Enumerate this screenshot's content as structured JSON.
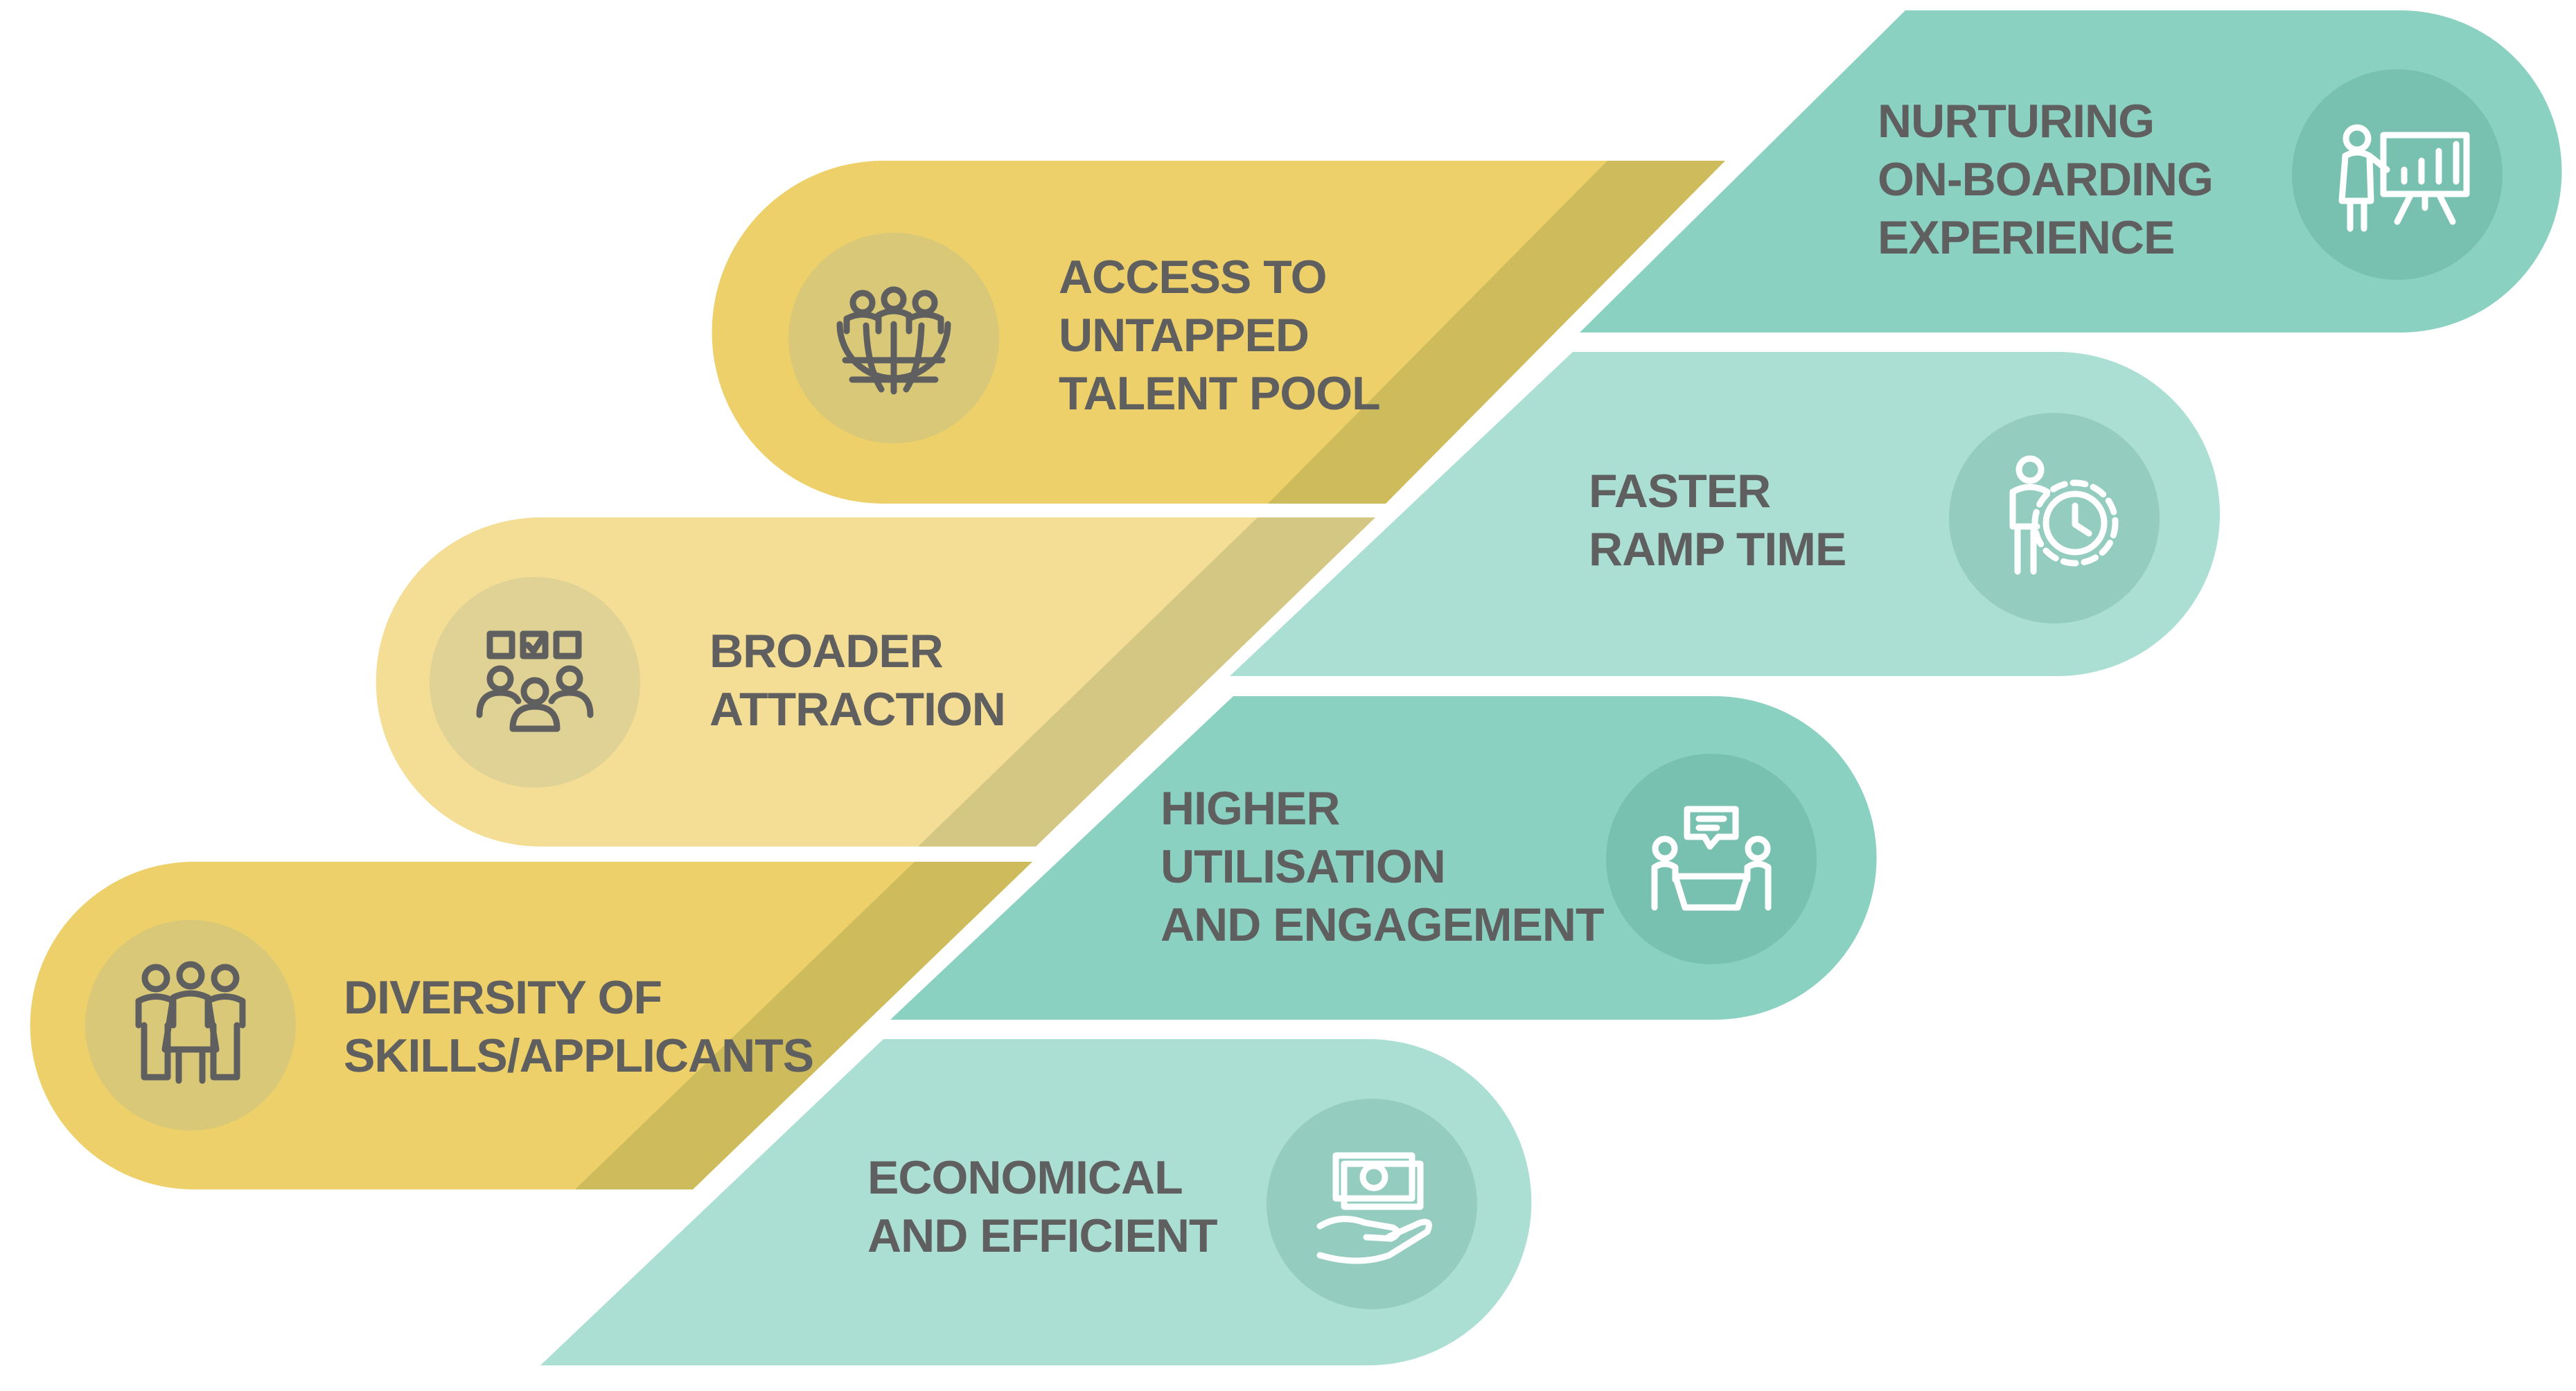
{
  "colors": {
    "gold": "#edd06a",
    "gold_light": "#f4de96",
    "gold_shadow": "#cdbb5c",
    "gold_shadow_light": "#d3c783",
    "teal": "#8bd1c2",
    "teal_light": "#acdfd3",
    "circle_gold": "#d8c878",
    "circle_gold_light": "#e0d294",
    "circle_teal": "#78c0b0",
    "circle_teal_light": "#94cdc0",
    "icon_dark": "#5f5f5f",
    "icon_white": "#ffffff",
    "text": "#5f5f5f"
  },
  "left_items": [
    {
      "lines": [
        "ACCESS TO",
        "UNTAPPED",
        "TALENT POOL"
      ],
      "icon": "globe-people-icon"
    },
    {
      "lines": [
        "BROADER",
        "ATTRACTION"
      ],
      "icon": "group-checkbox-icon"
    },
    {
      "lines": [
        "DIVERSITY OF",
        "SKILLS/APPLICANTS"
      ],
      "icon": "diverse-people-icon"
    }
  ],
  "right_items": [
    {
      "lines": [
        "NURTURING",
        "ON-BOARDING",
        "EXPERIENCE"
      ],
      "icon": "presentation-board-icon"
    },
    {
      "lines": [
        "FASTER",
        "RAMP TIME"
      ],
      "icon": "person-gear-clock-icon"
    },
    {
      "lines": [
        "HIGHER",
        "UTILISATION",
        "AND ENGAGEMENT"
      ],
      "icon": "meeting-chat-icon"
    },
    {
      "lines": [
        "ECONOMICAL",
        "AND EFFICIENT"
      ],
      "icon": "hand-money-icon"
    }
  ]
}
